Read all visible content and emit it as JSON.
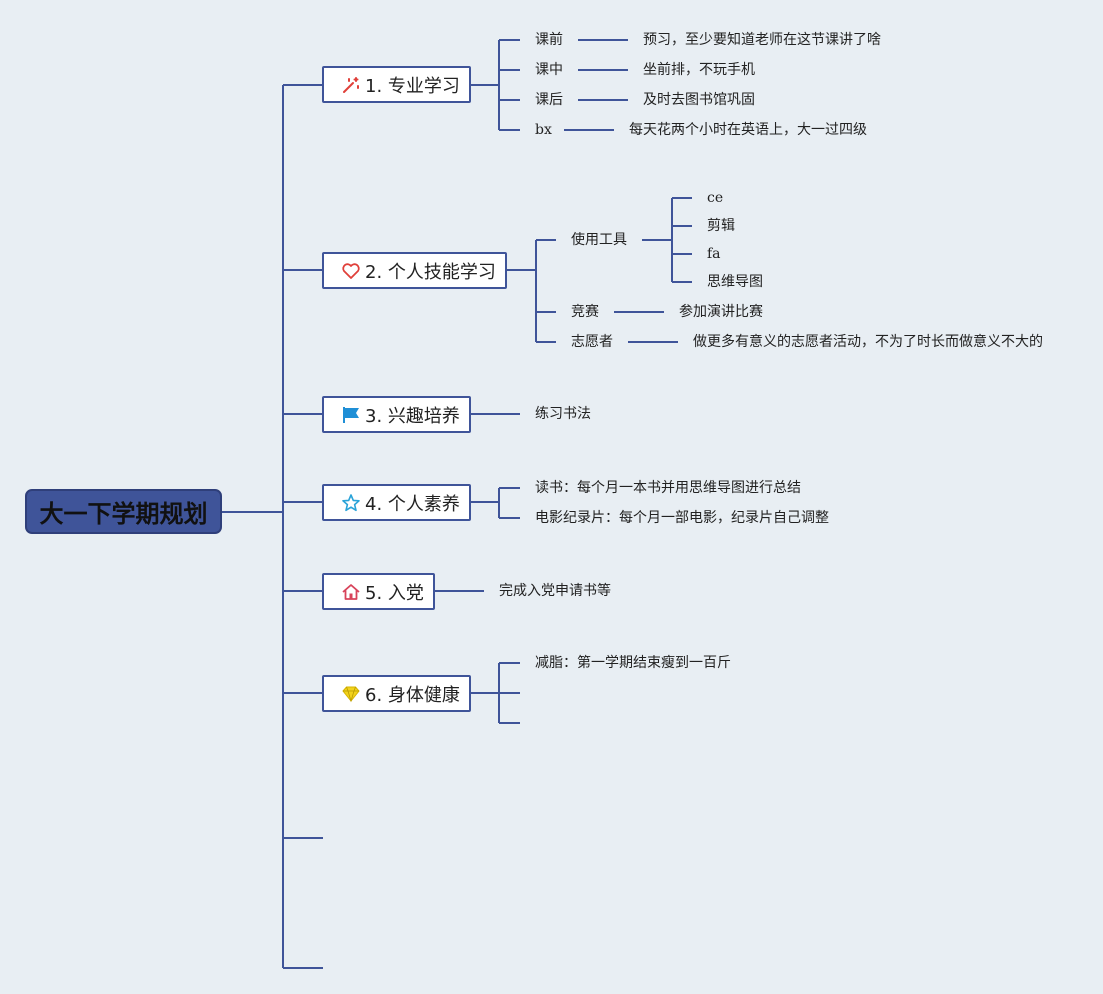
{
  "root": {
    "title": "大一下学期规划"
  },
  "branches": [
    {
      "title": "1. 专业学习",
      "icon": "magic-wand-icon",
      "icon_color": "#e0403a",
      "items": [
        {
          "label": "课前",
          "detail": "预习，至少要知道老师在这节课讲了啥"
        },
        {
          "label": "课中",
          "detail": "坐前排，不玩手机"
        },
        {
          "label": "课后",
          "detail": "及时去图书馆巩固"
        },
        {
          "label": "bx",
          "detail": "每天花两个小时在英语上，大一过四级"
        }
      ]
    },
    {
      "title": "2. 个人技能学习",
      "icon": "heart-icon",
      "icon_color": "#e0403a",
      "items": [
        {
          "label": "使用工具",
          "children": [
            "ce",
            "剪辑",
            "fa",
            "思维导图"
          ]
        },
        {
          "label": "竞赛",
          "detail": "参加演讲比赛"
        },
        {
          "label": "志愿者",
          "detail": "做更多有意义的志愿者活动，不为了时长而做意义不大的"
        }
      ]
    },
    {
      "title": "3. 兴趣培养",
      "icon": "flag-icon",
      "icon_color": "#1f8fd6",
      "items": [
        {
          "label": "练习书法"
        }
      ]
    },
    {
      "title": "4. 个人素养",
      "icon": "star-icon",
      "icon_color": "#2aa3d8",
      "items": [
        {
          "label": "读书：每个月一本书并用思维导图进行总结"
        },
        {
          "label": "电影纪录片：每个月一部电影，纪录片自己调整"
        }
      ]
    },
    {
      "title": "5. 入党",
      "icon": "house-icon",
      "icon_color": "#d8435a",
      "items": [
        {
          "label": "完成入党申请书等"
        }
      ]
    },
    {
      "title": "6. 身体健康",
      "icon": "diamond-icon",
      "icon_color": "#f2d21b",
      "items": [
        {
          "label": "减脂：第一学期结束瘦到一百斤"
        }
      ]
    }
  ],
  "colors": {
    "background": "#e8eef3",
    "line": "#3f5499",
    "root_fill": "#3f5499"
  }
}
